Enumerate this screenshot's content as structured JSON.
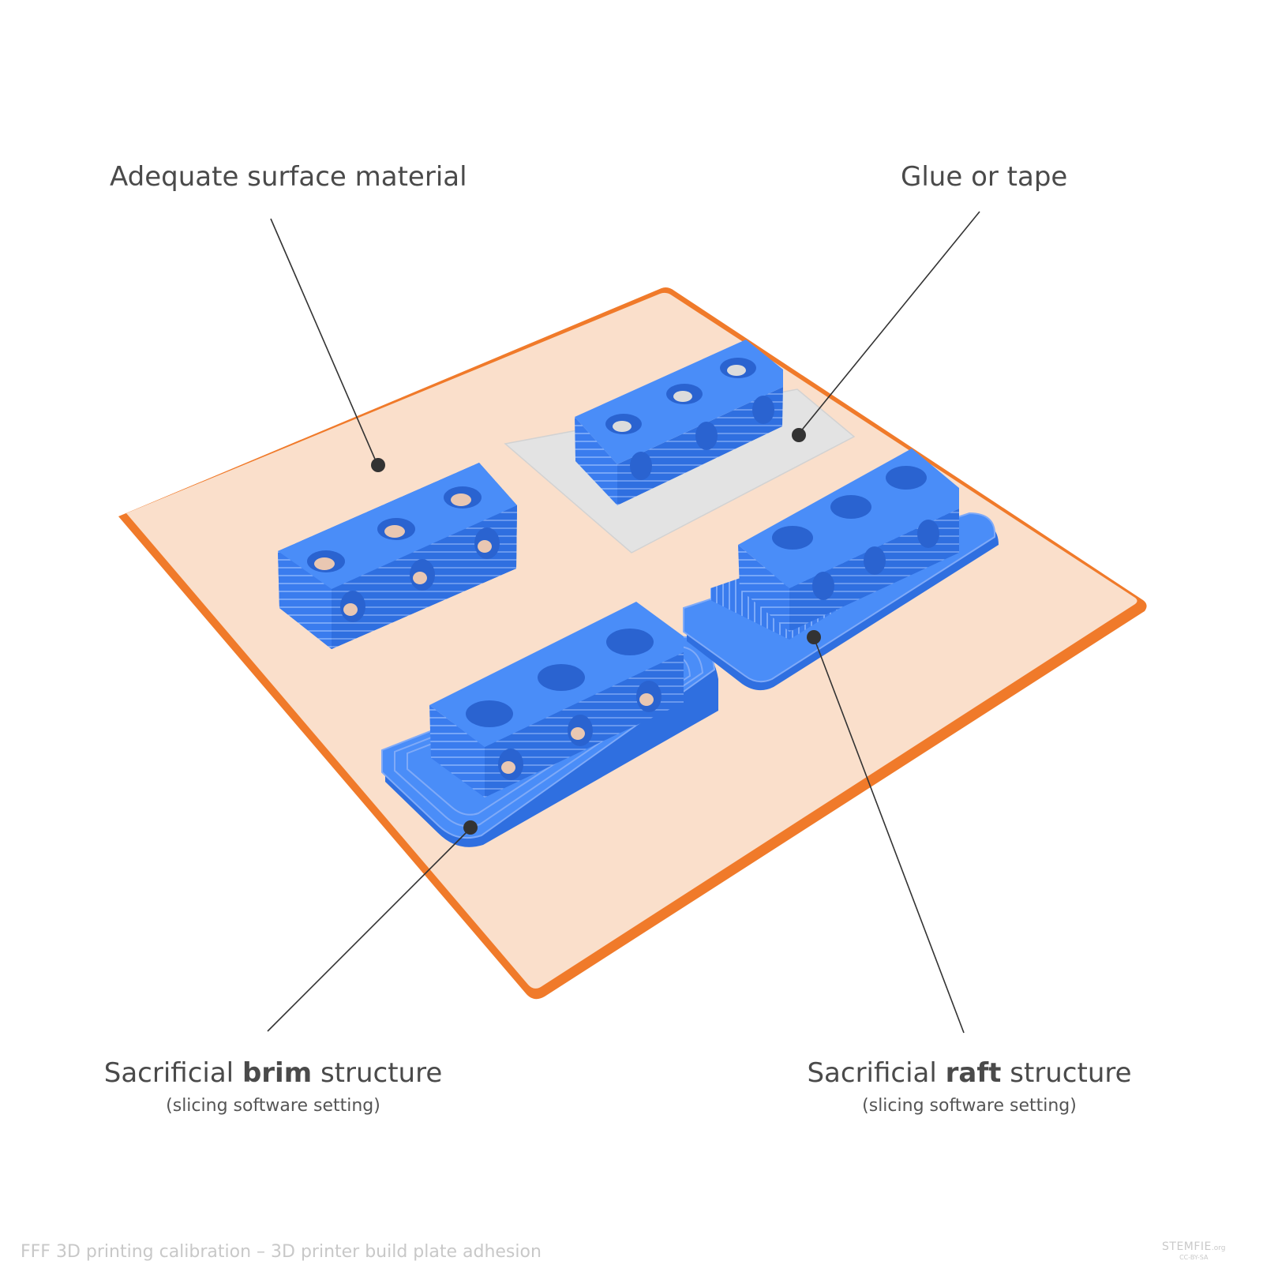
{
  "labels": {
    "surface": "Adequate surface material",
    "glue": "Glue or tape",
    "brim_pre": "Sacrificial ",
    "brim_bold": "brim",
    "brim_post": " structure",
    "brim_sub": "(slicing software setting)",
    "raft_pre": "Sacrificial ",
    "raft_bold": "raft",
    "raft_post": " structure",
    "raft_sub": "(slicing software setting)"
  },
  "footer": {
    "caption": "FFF 3D printing calibration – 3D printer build plate adhesion",
    "logo": "STEMFIE",
    "logo_suffix": ".org",
    "license": "CC-BY-SA"
  },
  "colors": {
    "plate_fill": "#fadfcb",
    "plate_edge": "#f07a2a",
    "part_top": "#4a8df8",
    "part_side": "#3a7cee",
    "part_dark": "#2a63d0",
    "tape": "#e3e3e3",
    "leader": "#333333",
    "text": "#4a4a4a"
  }
}
